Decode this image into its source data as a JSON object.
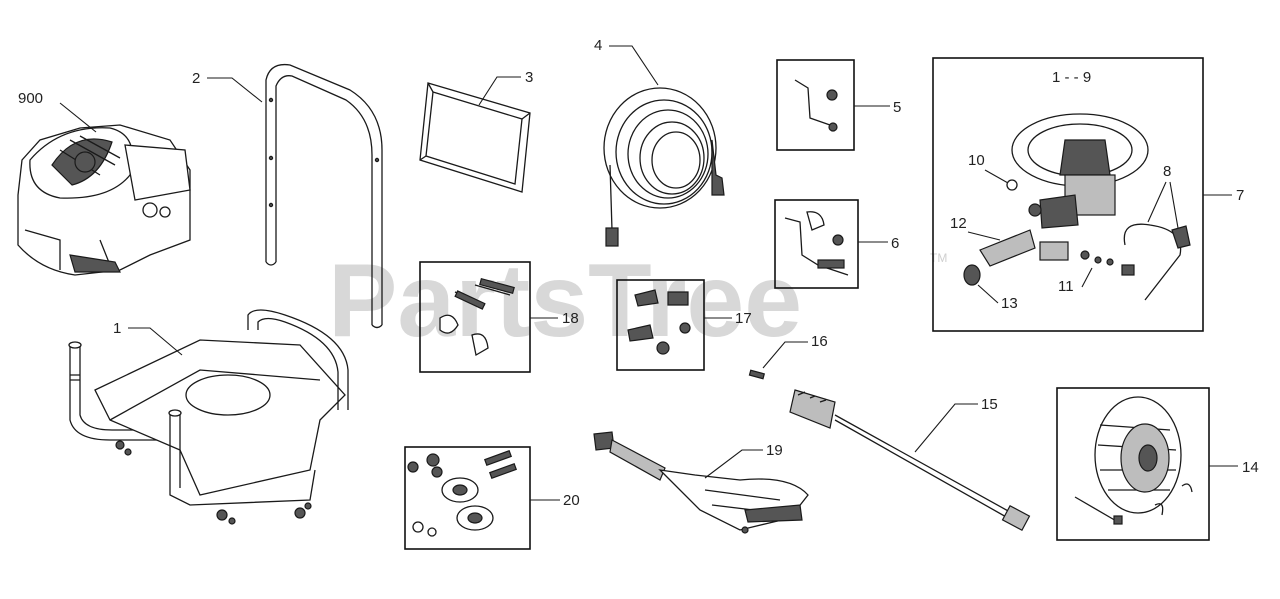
{
  "watermark": {
    "text": "PartsTree",
    "trademark": "TM"
  },
  "callouts": {
    "c900": "900",
    "c1": "1",
    "c2": "2",
    "c3": "3",
    "c4": "4",
    "c5": "5",
    "c6": "6",
    "c7": "7",
    "c8": "8",
    "c9": "1 - - 9",
    "c10": "10",
    "c11": "11",
    "c12": "12",
    "c13": "13",
    "c14": "14",
    "c15": "15",
    "c16": "16",
    "c17": "17",
    "c18": "18",
    "c19": "19",
    "c20": "20"
  }
}
